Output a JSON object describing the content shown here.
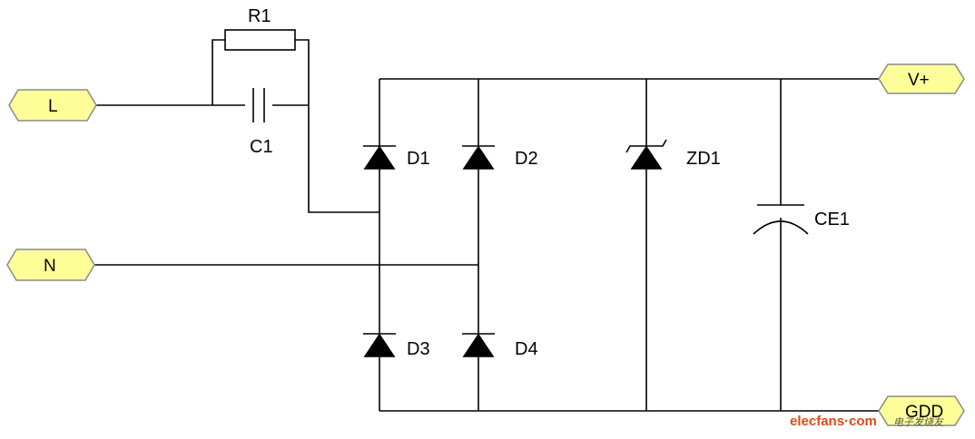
{
  "components": {
    "R1": "R1",
    "C1": "C1",
    "D1": "D1",
    "D2": "D2",
    "D3": "D3",
    "D4": "D4",
    "ZD1": "ZD1",
    "CE1": "CE1"
  },
  "ports": {
    "L": "L",
    "N": "N",
    "Vplus": "V+",
    "GND": "GDD"
  },
  "watermark": {
    "site": "elecfans·com",
    "cn": "电子发烧友"
  },
  "colors": {
    "port_fill": "#ffff99",
    "port_border": "#8a8a8a",
    "wire": "#000000",
    "watermark": "#d94a1a"
  }
}
